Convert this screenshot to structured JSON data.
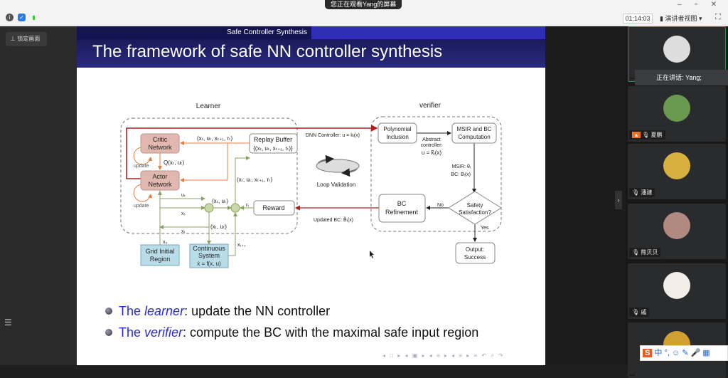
{
  "meeting": {
    "share_notice": "您正在观看Yang的屏幕",
    "timer": "01:14:03",
    "view_mode": "演讲者视图",
    "lock_screen": "锁定画面",
    "speaking": "正在讲话: Yang;"
  },
  "participants": [
    {
      "name": ""
    },
    {
      "name": "夏鹏"
    },
    {
      "name": "潘建"
    },
    {
      "name": "熊贝贝"
    },
    {
      "name": "戚"
    },
    {
      "name": ""
    }
  ],
  "ime": {
    "logo": "S",
    "lang": "中",
    "symbols": "°, ☺ ✎ 🎤 ▦"
  },
  "slide": {
    "section": "Safe Controller Synthesis",
    "title": "The framework of safe NN controller synthesis",
    "bullets": [
      {
        "pre": "The ",
        "key": "learner",
        "post": ": update the NN controller"
      },
      {
        "pre": "The ",
        "key": "verifier",
        "post": ": compute the BC with the maximal safe input region"
      }
    ],
    "nav_symbols": "◂ □ ▸ ◂ ▣ ▸ ◂ ≡ ▸ ◂ ≡ ▸ ≡ ↶ ⌕ ↷"
  },
  "diagram": {
    "learner_label": "Learner",
    "verifier_label": "verifier",
    "critic": [
      "Critic",
      "Network"
    ],
    "actor": [
      "Actor",
      "Network"
    ],
    "replay": [
      "Replay Buffer",
      "{(xₜ, uₜ, xₜ₊₁, rₜ)}"
    ],
    "reward": "Reward",
    "grid": [
      "Grid Initial",
      "Region"
    ],
    "cont": [
      "Continuous",
      "System",
      "ẋ = f(x, u)"
    ],
    "update": "update",
    "tuple4": "(xₜ, uₜ, xₜ₊₁, rₜ)",
    "q": "Q(xₜ, uₜ)",
    "pair": "(xₜ, uₜ)",
    "u_t": "uₜ",
    "x_t": "xₜ",
    "r_t": "rₜ",
    "x0": "x₀",
    "xt1": "xₜ₊₁",
    "poly": [
      "Polynomial",
      "Inclusion"
    ],
    "msir": [
      "MSIR and BC",
      "Computation"
    ],
    "abstract": [
      "Abstract",
      "controller:",
      "u = k̃ᵢ(x)"
    ],
    "msir_out": [
      "MSIR: θᵢ",
      "BC: Bᵢ(x)"
    ],
    "safety": [
      "Safety",
      "Satisfaction?"
    ],
    "bcref": [
      "BC",
      "Refinement"
    ],
    "output": [
      "Output:",
      "Success"
    ],
    "no": "No",
    "yes": "Yes",
    "dnn": "DNN Controller: u = kᵢ(x)",
    "updated": "Updated BC: B̃ᵢ(x)",
    "loop": "Loop Validation"
  }
}
